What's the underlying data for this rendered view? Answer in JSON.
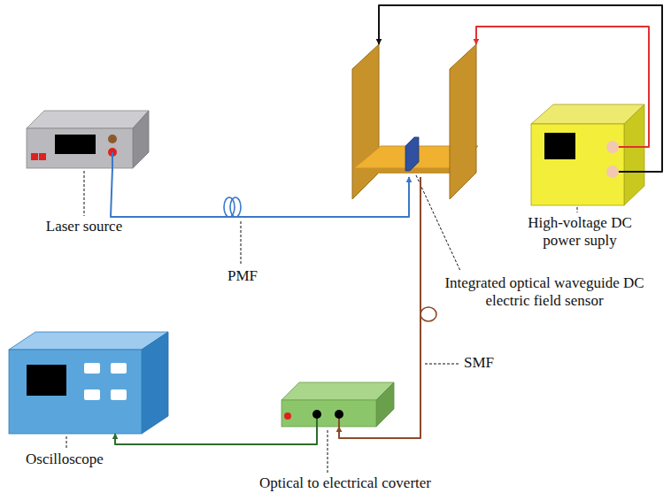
{
  "diagram": {
    "nodes": [
      {
        "text": [
          "Laser source"
        ]
      },
      {
        "text": [
          "Integrated optical waveguide DC electric field sensor"
        ]
      },
      {
        "text": [
          "High-voltage DC power suply"
        ]
      },
      {
        "text": [
          "Oscilloscope"
        ]
      },
      {
        "text": [
          "Optical to electrical coverter"
        ]
      }
    ],
    "edges": [
      {
        "from": 0,
        "to": 1,
        "label": "PMF",
        "arrow": "to"
      },
      {
        "from": 2,
        "to": 1,
        "arrow": "to"
      },
      {
        "from": 2,
        "to": 1,
        "arrow": "to"
      },
      {
        "from": 1,
        "to": 4,
        "label": "SMF",
        "arrow": "to"
      },
      {
        "from": 4,
        "to": 3,
        "arrow": "to"
      }
    ]
  }
}
